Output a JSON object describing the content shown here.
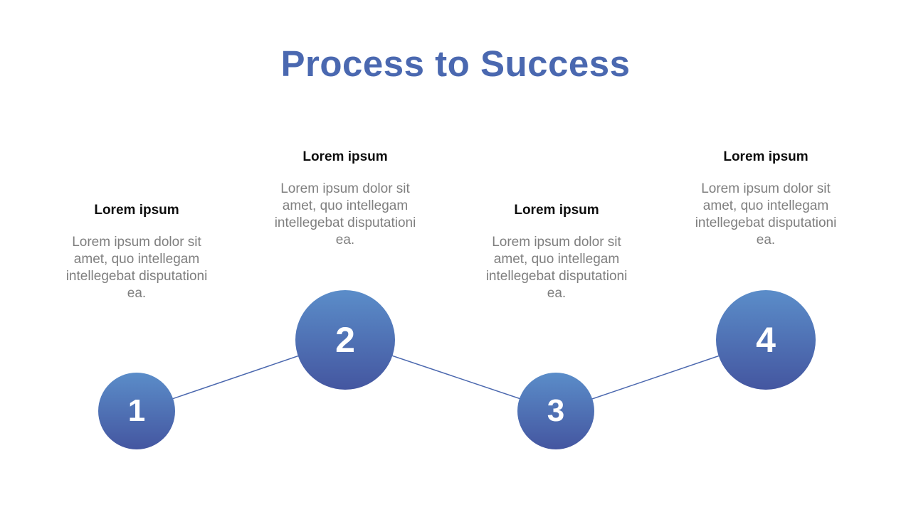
{
  "slide": {
    "title": "Process to Success",
    "colors": {
      "title_blue": "#4a68b0",
      "circle_gradient_top": "#5b8dc9",
      "circle_gradient_bottom": "#4456a0",
      "connector_line": "#4a67ae",
      "heading_text": "#0d0d0d",
      "body_text": "#7f7f7f",
      "background": "#ffffff",
      "number_text": "#ffffff"
    },
    "steps": [
      {
        "number": "1",
        "heading": "Lorem ipsum",
        "body": "Lorem ipsum dolor sit amet, quo intellegam intellegebat disputationi ea."
      },
      {
        "number": "2",
        "heading": "Lorem ipsum",
        "body": "Lorem ipsum dolor sit amet, quo intellegam intellegebat disputationi ea."
      },
      {
        "number": "3",
        "heading": "Lorem ipsum",
        "body": "Lorem ipsum dolor sit amet, quo intellegam intellegebat disputationi ea."
      },
      {
        "number": "4",
        "heading": "Lorem ipsum",
        "body": "Lorem ipsum dolor sit amet, quo intellegam intellegebat disputationi ea."
      }
    ]
  }
}
